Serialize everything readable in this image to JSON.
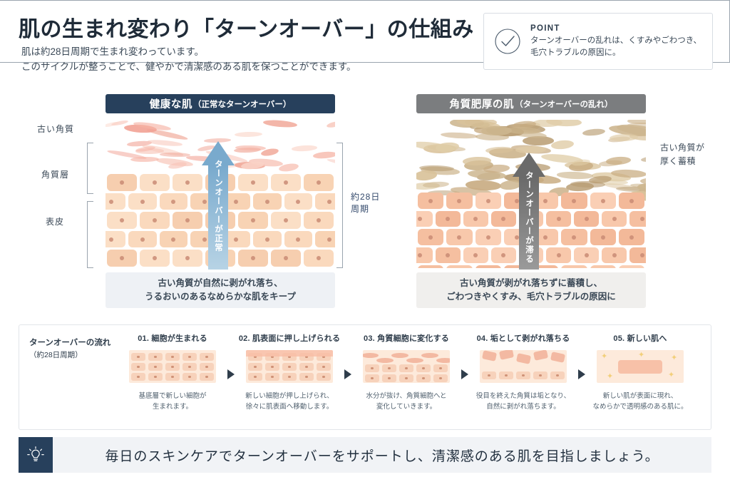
{
  "header": {
    "title": "肌の生まれ変わり「ターンオーバー」の仕組み",
    "lede_line1": "肌は約28日周期で生まれ変わっています。",
    "lede_line2": "このサイクルが整うことで、健やかで清潔感のある肌を保つことができます。"
  },
  "point": {
    "icon": "check-circle-icon",
    "label": "POINT",
    "line1": "ターンオーバーの乱れは、くすみやごわつき、",
    "line2": "毛穴トラブルの原因に。"
  },
  "panels": {
    "healthy": {
      "head_main": "健康な肌",
      "head_sub": "（正常なターンオーバー）",
      "head_color": "#27405c",
      "arrow_text": "ターンオーバーが正常",
      "arrow_color": "#79aacd",
      "caption_line1": "古い角質が自然に剥がれ落ち、",
      "caption_line2": "うるおいのあるなめらかな肌をキープ"
    },
    "thick": {
      "head_main": "角質肥厚の肌",
      "head_sub": "（ターンオーバーの乱れ）",
      "head_color": "#7b7d7f",
      "arrow_text": "ターンオーバーが滞る",
      "arrow_color": "#6a6a6a",
      "caption_line1": "古い角質が剥がれ落ちずに蓄積し、",
      "caption_line2": "ごわつきやくすみ、毛穴トラブルの原因に"
    }
  },
  "annotations": {
    "old_keratin": "古い角質",
    "horny_layer": "角質層",
    "epidermis": "表皮",
    "cycle": "約28日周期",
    "thick_buildup_line1": "古い角質が",
    "thick_buildup_line2": "厚く蓄積"
  },
  "flow": {
    "title": "ターンオーバーの流れ",
    "subtitle": "（約28日周期）",
    "steps": [
      {
        "title": "01. 細胞が生まれる",
        "desc_line1": "基底層で新しい細胞が",
        "desc_line2": "生まれます。"
      },
      {
        "title": "02. 肌表面に押し上げられる",
        "desc_line1": "新しい細胞が押し上げられ、",
        "desc_line2": "徐々に肌表面へ移動します。"
      },
      {
        "title": "03. 角質細胞に変化する",
        "desc_line1": "水分が抜け、角質細胞へと",
        "desc_line2": "変化していきます。"
      },
      {
        "title": "04. 垢として剥がれ落ちる",
        "desc_line1": "役目を終えた角質は垢となり、",
        "desc_line2": "自然に剥がれ落ちます。"
      },
      {
        "title": "05. 新しい肌へ",
        "desc_line1": "新しい肌が表面に現れ、",
        "desc_line2": "なめらかで透明感のある肌に。"
      }
    ]
  },
  "banner": {
    "icon": "lightbulb-icon",
    "icon_bg": "#27405c",
    "text": "毎日のスキンケアでターンオーバーをサポートし、清潔感のある肌を目指しましょう。"
  }
}
